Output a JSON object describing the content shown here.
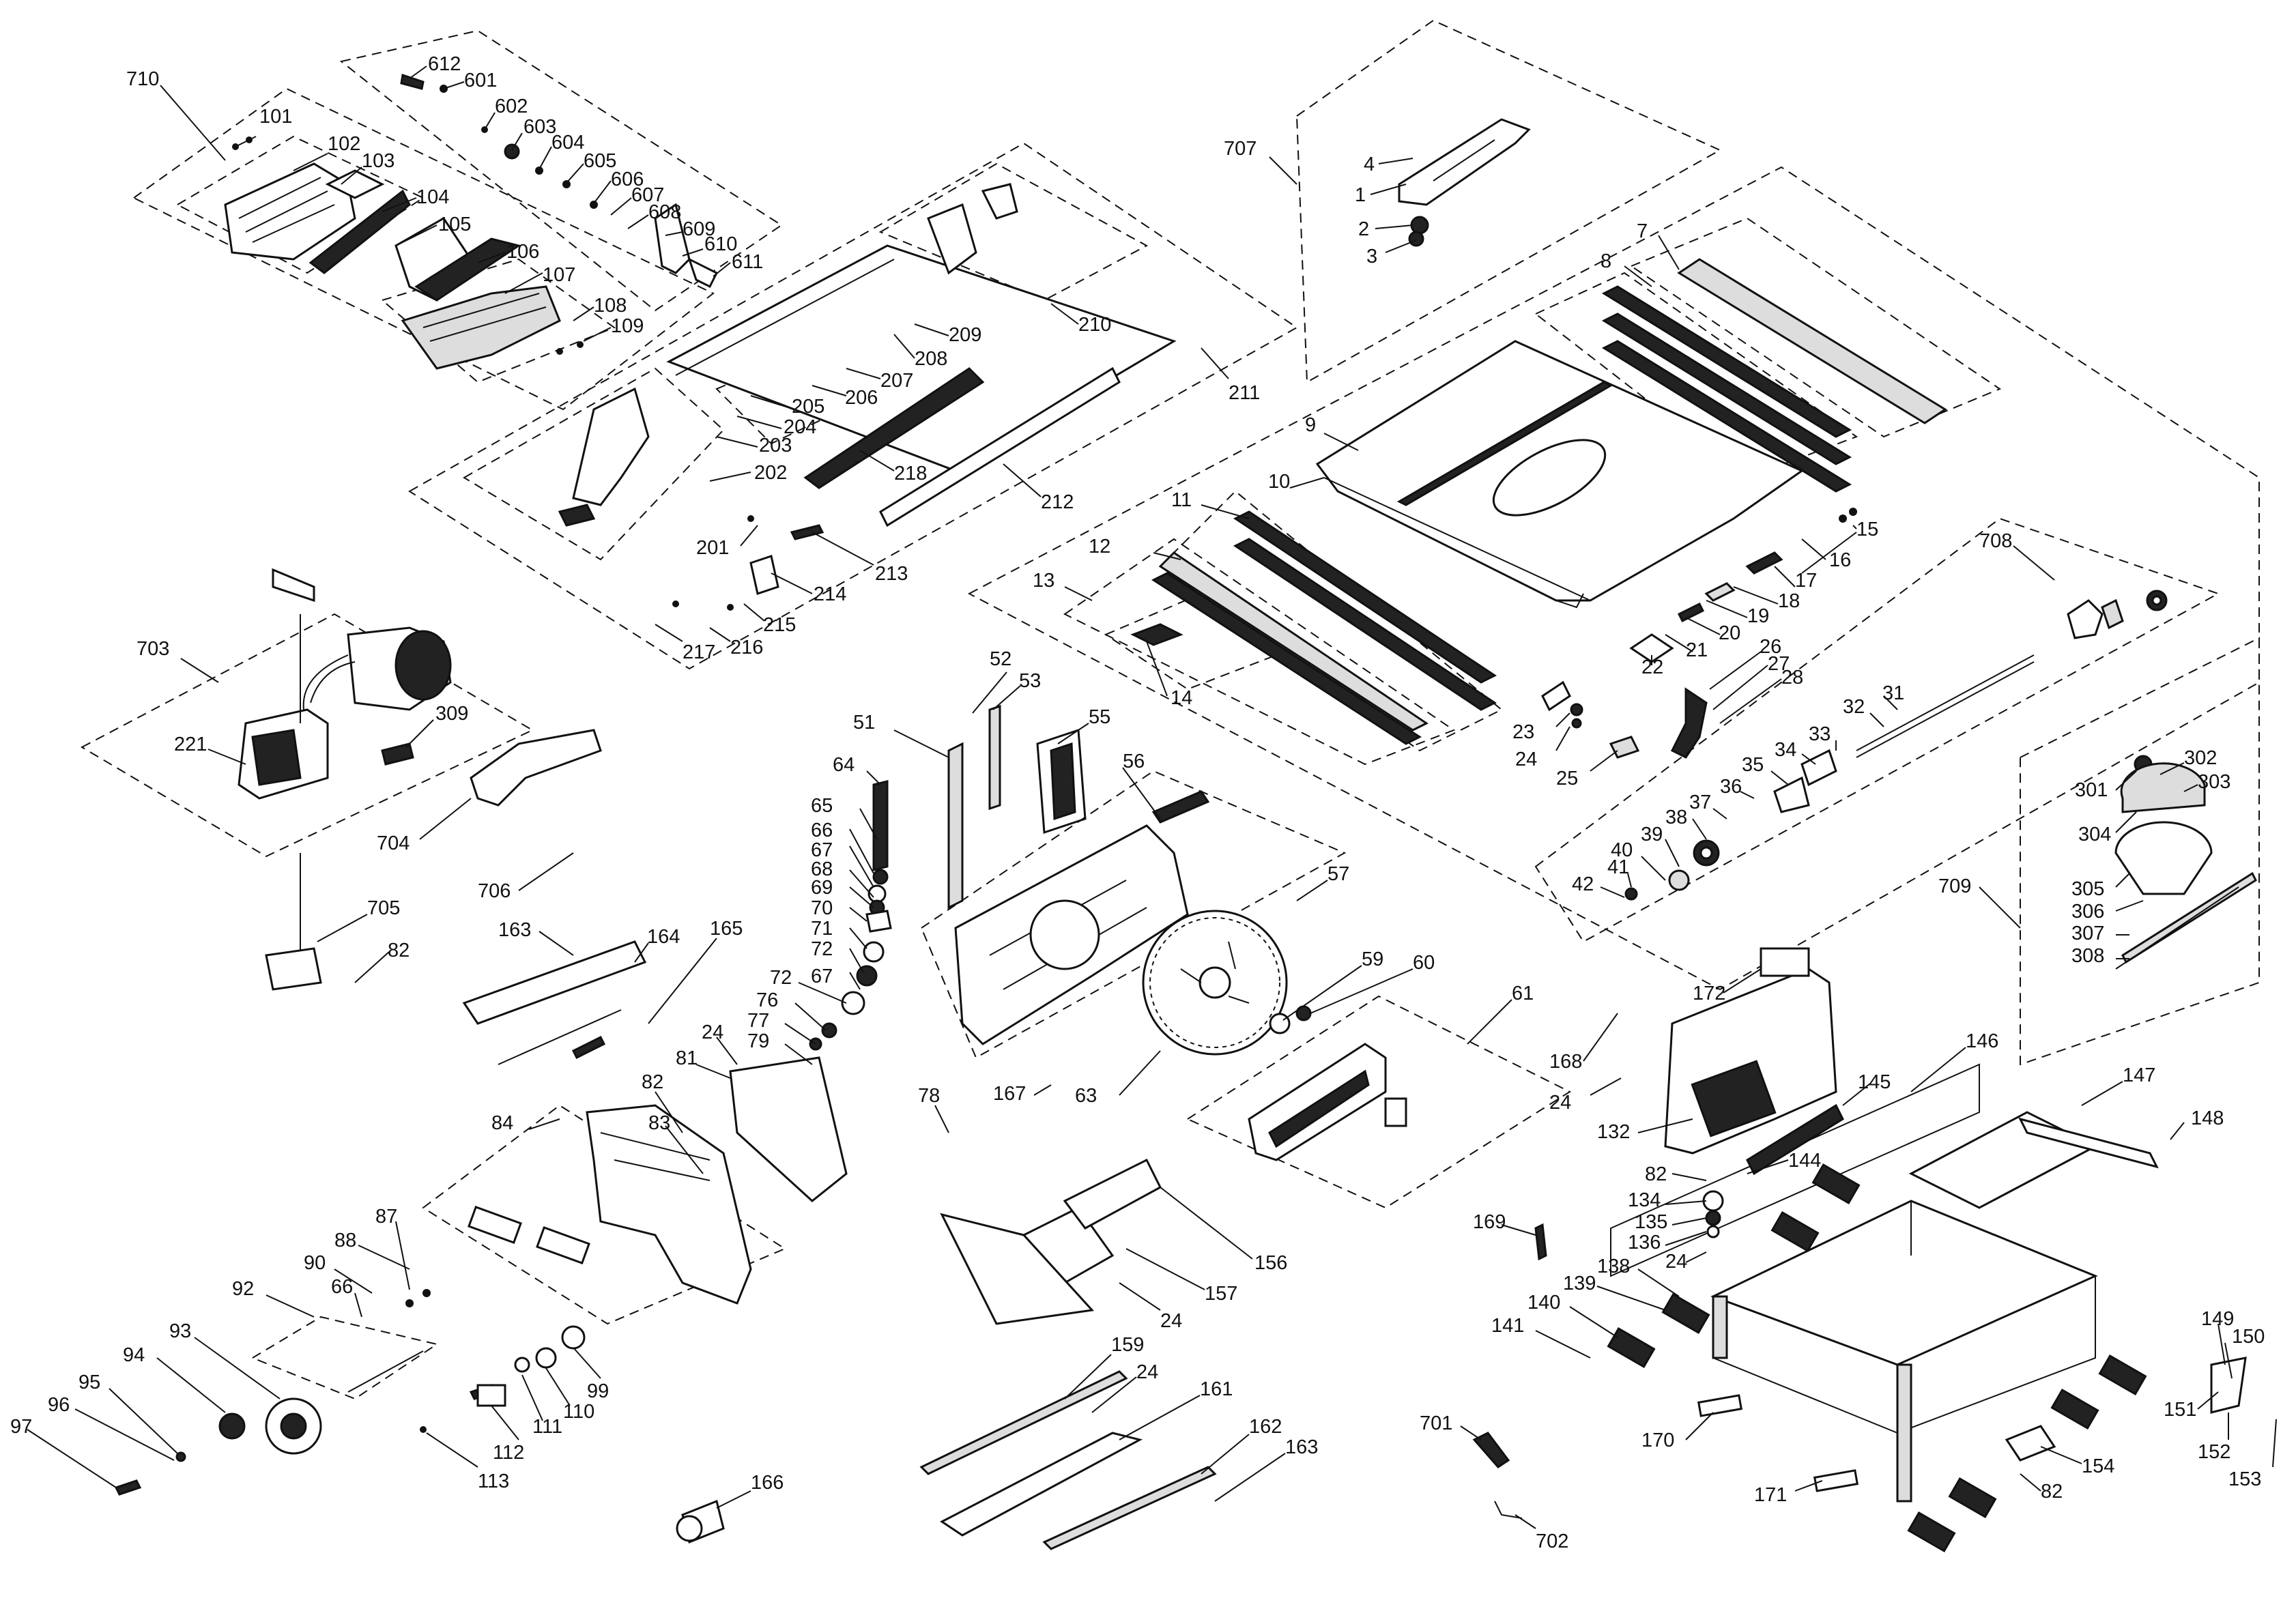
{
  "colors": {
    "ink": "#111111",
    "background": "#ffffff",
    "part_dark": "#222222",
    "part_light": "#dddddd"
  },
  "callouts": {
    "c710": "710",
    "c101": "101",
    "c102": "102",
    "c103": "103",
    "c104": "104",
    "c105": "105",
    "c106": "106",
    "c107": "107",
    "c108": "108",
    "c109": "109",
    "c612": "612",
    "c601": "601",
    "c602": "602",
    "c603": "603",
    "c604": "604",
    "c605": "605",
    "c606": "606",
    "c607": "607",
    "c608": "608",
    "c609": "609",
    "c610": "610",
    "c611": "611",
    "c707": "707",
    "c1": "1",
    "c2": "2",
    "c3": "3",
    "c4": "4",
    "c7": "7",
    "c8": "8",
    "c9": "9",
    "c10": "10",
    "c11": "11",
    "c12": "12",
    "c13": "13",
    "c14": "14",
    "c15": "15",
    "c16": "16",
    "c17": "17",
    "c18": "18",
    "c19": "19",
    "c20": "20",
    "c21": "21",
    "c22": "22",
    "c23": "23",
    "c24a": "24",
    "c25": "25",
    "c26": "26",
    "c27": "27",
    "c28": "28",
    "c708": "708",
    "c31": "31",
    "c32": "32",
    "c33": "33",
    "c34": "34",
    "c35": "35",
    "c36": "36",
    "c37": "37",
    "c38": "38",
    "c39": "39",
    "c40": "40",
    "c41": "41",
    "c42": "42",
    "c709": "709",
    "c301": "301",
    "c302": "302",
    "c303": "303",
    "c304": "304",
    "c305": "305",
    "c306": "306",
    "c307": "307",
    "c308": "308",
    "c201": "201",
    "c202": "202",
    "c203": "203",
    "c204": "204",
    "c205": "205",
    "c206": "206",
    "c207": "207",
    "c208": "208",
    "c209": "209",
    "c210": "210",
    "c211": "211",
    "c212": "212",
    "c213": "213",
    "c214": "214",
    "c215": "215",
    "c216": "216",
    "c217": "217",
    "c218": "218",
    "c703": "703",
    "c221": "221",
    "c309": "309",
    "c704": "704",
    "c705": "705",
    "c706": "706",
    "c82a": "82",
    "c51": "51",
    "c52": "52",
    "c53": "53",
    "c55": "55",
    "c56": "56",
    "c57": "57",
    "c59": "59",
    "c60": "60",
    "c61": "61",
    "c63": "63",
    "c64": "64",
    "c65": "65",
    "c66a": "66",
    "c67a": "67",
    "c68": "68",
    "c69": "69",
    "c70": "70",
    "c71": "71",
    "c72a": "72",
    "c67b": "67",
    "c72b": "72",
    "c76": "76",
    "c77": "77",
    "c79": "79",
    "c24b": "24",
    "c81": "81",
    "c78": "78",
    "c163a": "163",
    "c164": "164",
    "c165": "165",
    "c82b": "82",
    "c83": "83",
    "c84": "84",
    "c87": "87",
    "c88": "88",
    "c90": "90",
    "c92": "92",
    "c66b": "66",
    "c93": "93",
    "c94": "94",
    "c95": "95",
    "c96": "96",
    "c97": "97",
    "c99": "99",
    "c110": "110",
    "c111": "111",
    "c112": "112",
    "c113": "113",
    "c167": "167",
    "c156": "156",
    "c157": "157",
    "c24c": "24",
    "c159": "159",
    "c24d": "24",
    "c161": "161",
    "c162": "162",
    "c163b": "163",
    "c166": "166",
    "c172": "172",
    "c168": "168",
    "c24e": "24",
    "c132": "132",
    "c144": "144",
    "c145": "145",
    "c146": "146",
    "c147": "147",
    "c148": "148",
    "c82c": "82",
    "c134": "134",
    "c135": "135",
    "c136": "136",
    "c24f": "24",
    "c169": "169",
    "c138": "138",
    "c139": "139",
    "c140": "140",
    "c141": "141",
    "c149": "149",
    "c150": "150",
    "c151": "151",
    "c152": "152",
    "c153": "153",
    "c154": "154",
    "c82d": "82",
    "c170": "170",
    "c171": "171",
    "c701": "701",
    "c702": "702"
  }
}
